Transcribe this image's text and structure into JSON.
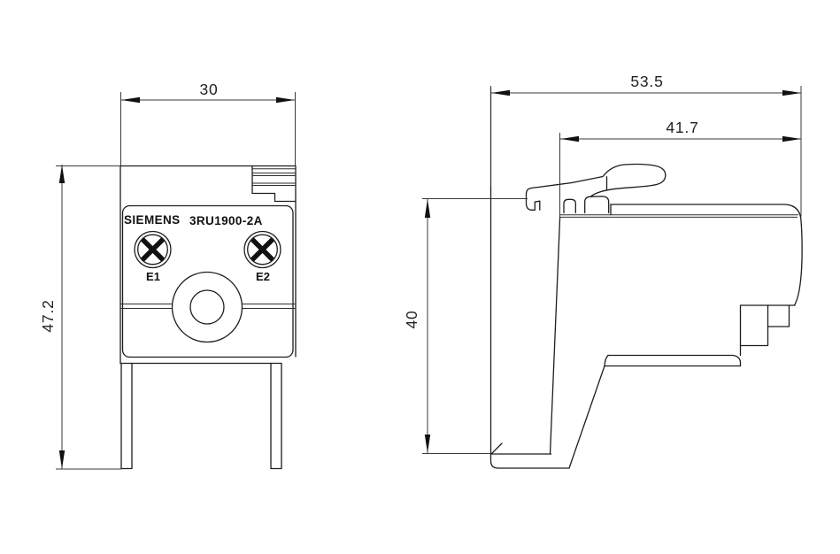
{
  "drawing": {
    "type": "engineering-dimension-drawing",
    "front_view": {
      "brand": "SIEMENS",
      "model": "3RU1900-2A",
      "terminal_left": "E1",
      "terminal_right": "E2",
      "width_dim": "30",
      "height_dim": "47.2"
    },
    "side_view": {
      "depth_dim": "53.5",
      "upper_depth_dim": "41.7",
      "height_dim": "40"
    },
    "colors": {
      "line": "#1d1d1d",
      "dimension_line": "#3a3a3a",
      "background": "#ffffff"
    }
  }
}
